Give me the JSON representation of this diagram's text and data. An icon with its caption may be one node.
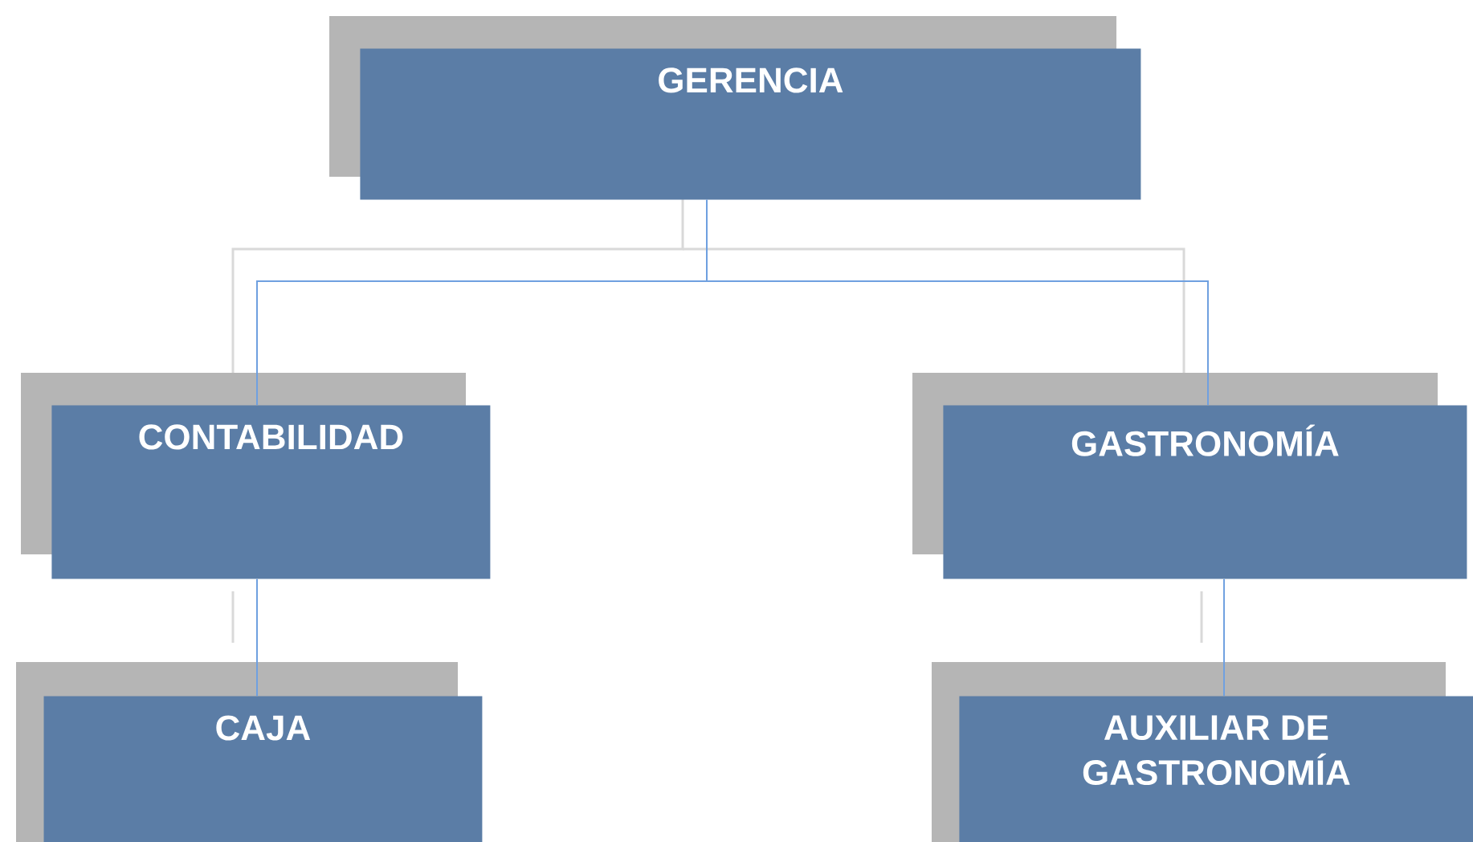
{
  "diagram": {
    "nodes": [
      {
        "text": [
          "GERENCIA"
        ]
      },
      {
        "text": [
          "CONTABILIDAD"
        ]
      },
      {
        "text": [
          "GASTRONOMÍA"
        ]
      },
      {
        "text": [
          "CAJA"
        ]
      },
      {
        "text": [
          "AUXILIAR DE GASTRONOMÍA"
        ]
      }
    ],
    "edges": [
      {
        "from": 0,
        "to": 1,
        "arrow": "none"
      },
      {
        "from": 0,
        "to": 2,
        "arrow": "none"
      },
      {
        "from": 1,
        "to": 3,
        "arrow": "none"
      },
      {
        "from": 2,
        "to": 4,
        "arrow": "none"
      }
    ]
  }
}
